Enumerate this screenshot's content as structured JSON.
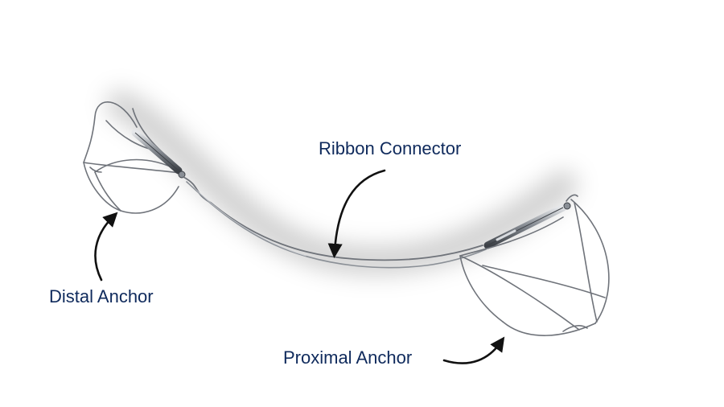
{
  "labels": {
    "ribbon_connector": "Ribbon Connector",
    "distal_anchor": "Distal Anchor",
    "proximal_anchor": "Proximal Anchor"
  },
  "colors": {
    "label_text": "#0f2a5c",
    "arrow": "#111111",
    "wire": "#6f737a",
    "wire_highlight": "#c9ccd1",
    "shadow": "#000000"
  }
}
